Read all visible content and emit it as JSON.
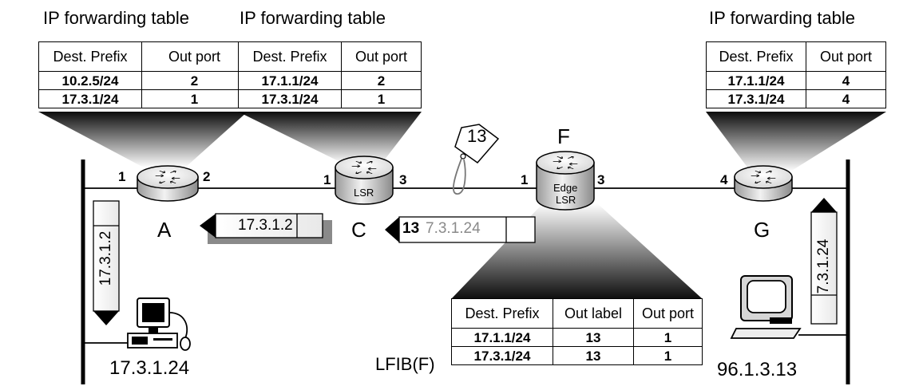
{
  "tables": {
    "router_a": {
      "title": "IP forwarding table",
      "headers": [
        "Dest. Prefix",
        "Out port"
      ],
      "rows": [
        [
          "10.2.5/24",
          "2"
        ],
        [
          "17.3.1/24",
          "1"
        ]
      ]
    },
    "router_c": {
      "title": "IP forwarding table",
      "headers": [
        "Dest. Prefix",
        "Out port"
      ],
      "rows": [
        [
          "17.1.1/24",
          "2"
        ],
        [
          "17.3.1/24",
          "1"
        ]
      ]
    },
    "router_g": {
      "title": "IP forwarding table",
      "headers": [
        "Dest. Prefix",
        "Out port"
      ],
      "rows": [
        [
          "17.1.1/24",
          "4"
        ],
        [
          "17.3.1/24",
          "4"
        ]
      ]
    },
    "lfib": {
      "title": "LFIB(F)",
      "headers": [
        "Dest. Prefix",
        "Out label",
        "Out port"
      ],
      "rows": [
        [
          "17.1.1/24",
          "13",
          "1"
        ],
        [
          "17.3.1/24",
          "13",
          "1"
        ]
      ]
    }
  },
  "routers": {
    "a": {
      "name": "A",
      "port_left": "1",
      "port_right": "2",
      "inner_text": ""
    },
    "c": {
      "name": "C",
      "port_left": "1",
      "port_right": "3",
      "inner_text": "LSR"
    },
    "f": {
      "name": "F",
      "port_left": "1",
      "port_right": "3",
      "inner_text_line1": "Edge",
      "inner_text_line2": "LSR"
    },
    "g": {
      "name": "G",
      "port_left": "4",
      "inner_text": ""
    }
  },
  "packets": {
    "left_vertical": "17.3.1.2",
    "a_to_c": "17.3.1.2",
    "c_to_f_label": "13",
    "c_to_f_addr": "7.3.1.24",
    "right_vertical": "7.3.1.24"
  },
  "tag_label": "13",
  "hosts": {
    "left": "17.3.1.24",
    "right": "96.1.3.13"
  },
  "colors": {
    "line": "#000000",
    "packet_gray_text": "#8a8a8a",
    "router_top": "#eeeeee",
    "router_side": "#cfcfcf"
  }
}
